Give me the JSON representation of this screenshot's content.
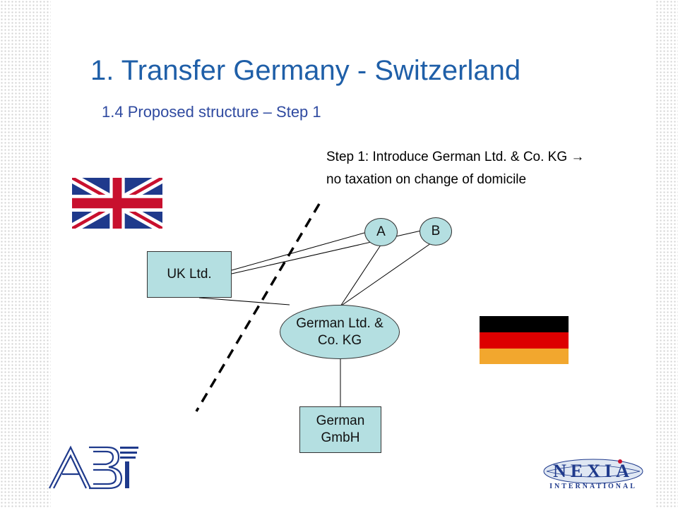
{
  "slide": {
    "title": "1. Transfer Germany - Switzerland",
    "subtitle": "1.4 Proposed structure – Step 1",
    "note": {
      "line1": "Step 1: Introduce German Ltd. & Co. KG →",
      "line2": "no taxation on change of domicile"
    }
  },
  "entities": {
    "uk_ltd": "UK Ltd.",
    "shareholder_a": "A",
    "shareholder_b": "B",
    "kg_line1": "German Ltd. &",
    "kg_line2": "Co. KG",
    "gmbh_line1": "German",
    "gmbh_line2": "GmbH"
  },
  "flags": {
    "uk": {
      "name": "uk-flag",
      "colors": {
        "blue": "#1f3a8c",
        "red": "#c8102e",
        "white": "#ffffff"
      }
    },
    "germany": {
      "name": "germany-flag",
      "colors": {
        "black": "#000000",
        "red": "#dd0000",
        "gold": "#ffce00"
      }
    }
  },
  "logos": {
    "left": {
      "name": "abt-logo",
      "text": "ABT",
      "color": "#1f3a8c"
    },
    "right": {
      "name": "nexia-international-logo",
      "text": "NEXIA",
      "subtext": "INTERNATIONAL",
      "color": "#1f3a8c"
    }
  },
  "colors": {
    "title": "#1f5fa8",
    "subtitle": "#2f4aa0",
    "node_fill": "#b4dfe1"
  }
}
